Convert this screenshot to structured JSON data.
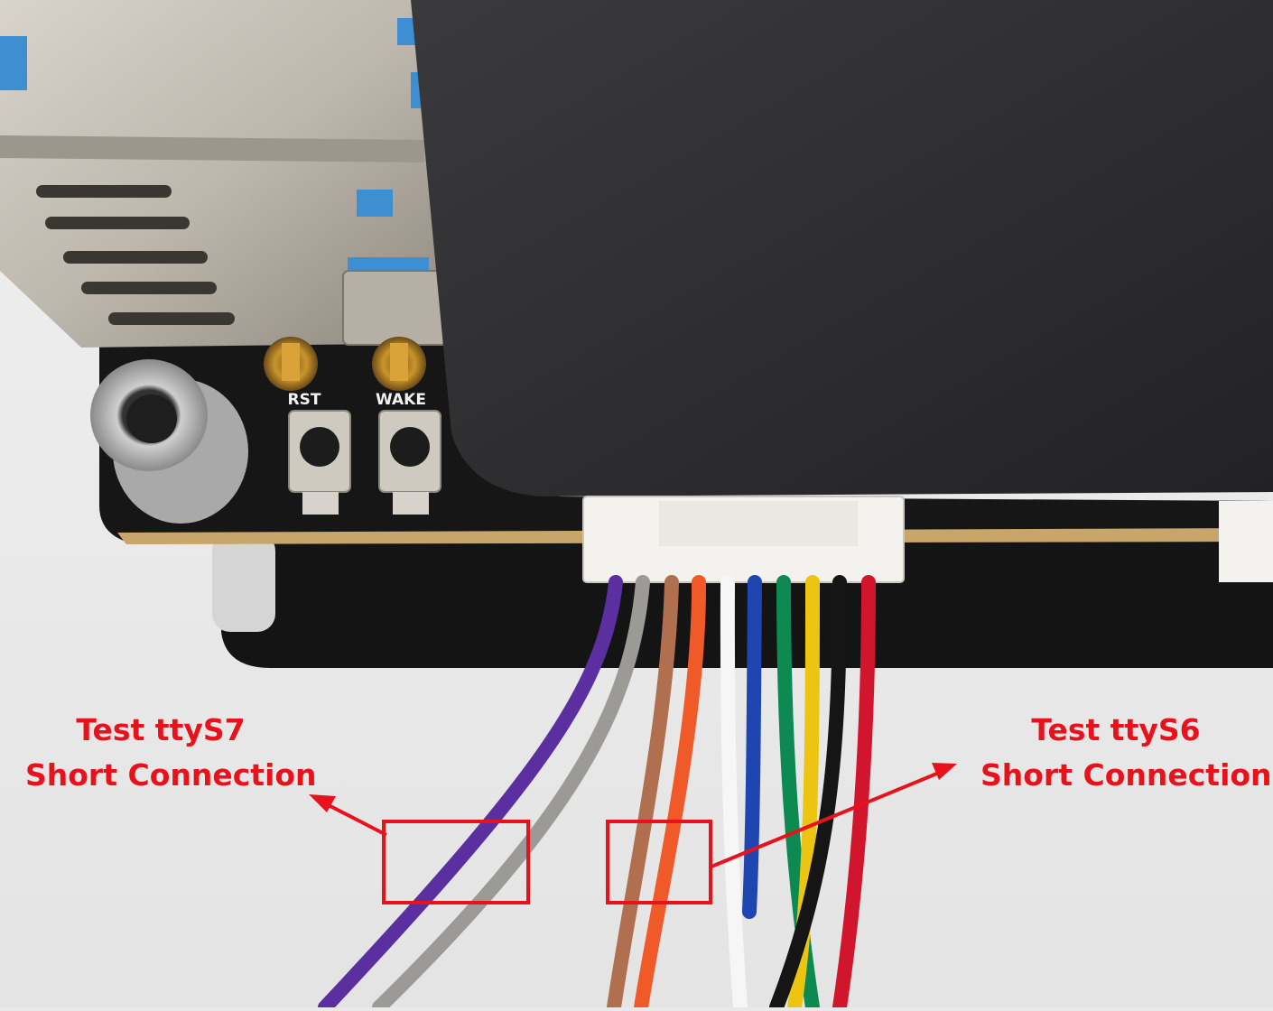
{
  "board": {
    "button_labels": [
      "RST",
      "WAKE"
    ]
  },
  "annotations": {
    "ttys7": {
      "title": "Test ttyS7",
      "subtitle": "Short Connection"
    },
    "ttys6": {
      "title": "Test ttyS6",
      "subtitle": "Short Connection"
    }
  },
  "colors": {
    "annotation_red": "#e8121c",
    "heatsink": "#2b2b2d",
    "wires": [
      "purple",
      "grey",
      "brown",
      "orange",
      "white",
      "blue",
      "green",
      "yellow",
      "black",
      "red"
    ]
  }
}
